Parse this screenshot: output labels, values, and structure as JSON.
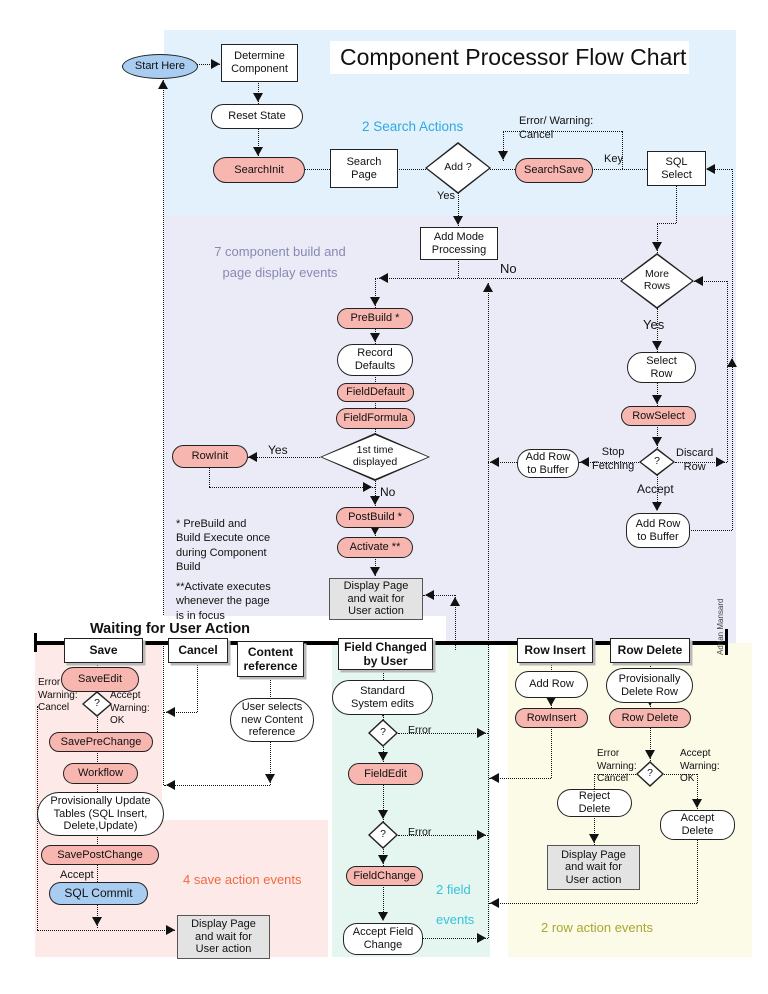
{
  "title": "Component Processor Flow Chart",
  "credit": "Adrian Mansard",
  "colors": {
    "top_section_bg": "#e2f1fb",
    "middle_section_bg": "#ebebf8",
    "save_section_bg": "#fdeae8",
    "field_section_bg": "#e4f6ef",
    "row_section_bg": "#fbfbe7",
    "event_node_fill": "#f8b6b0",
    "start_node_fill": "#a9cdf0",
    "display_node_fill": "#e3e3e3",
    "search_label_color": "#2fa9e2",
    "component_label_color": "#8789b0",
    "save_label_color": "#ef6a45",
    "field_label_color": "#35c3de",
    "row_label_color": "#a8a832"
  },
  "nodes": {
    "start_here": "Start Here",
    "determine_component": "Determine\nComponent",
    "reset_state": "Reset State",
    "search_init": "SearchInit",
    "search_page": "Search\nPage",
    "add_q": "Add ?",
    "search_save": "SearchSave",
    "sql_select": "SQL\nSelect",
    "add_mode": "Add Mode\nProcessing",
    "more_rows": "More\nRows",
    "pre_build": "PreBuild *",
    "record_defaults": "Record\nDefaults",
    "field_default": "FieldDefault",
    "field_formula": "FieldFormula",
    "first_time": "1st time\ndisplayed",
    "row_init": "RowInit",
    "select_row": "Select\nRow",
    "row_select": "RowSelect",
    "add_row_buffer_left": "Add Row\nto Buffer",
    "q_fetch": "?",
    "add_row_buffer_right": "Add Row\nto Buffer",
    "post_build": "PostBuild *",
    "activate": "Activate **",
    "display_page_1": "Display Page\nand wait for\nUser action",
    "save_edit": "SaveEdit",
    "q_save": "?",
    "save_pre_change": "SavePreChange",
    "workflow": "Workflow",
    "prov_update": "Provisionally Update\nTables (SQL Insert,\nDelete,Update)",
    "save_post_change": "SavePostChange",
    "sql_commit": "SQL Commit",
    "display_page_2": "Display Page\nand wait for\nUser action",
    "user_selects": "User selects\nnew Content\nreference",
    "standard_edits": "Standard\nSystem edits",
    "q_field_1": "?",
    "field_edit": "FieldEdit",
    "q_field_2": "?",
    "field_change": "FieldChange",
    "accept_field_change": "Accept Field\nChange",
    "add_row": "Add Row",
    "row_insert": "RowInsert",
    "prov_delete": "Provisionally\nDelete Row",
    "row_delete": "Row Delete",
    "q_delete": "?",
    "reject_delete": "Reject\nDelete",
    "accept_delete": "Accept\nDelete",
    "display_page_3": "Display Page\nand wait for\nUser action"
  },
  "headers": {
    "waiting": "Waiting for User Action",
    "save": "Save",
    "cancel": "Cancel",
    "content_reference": "Content\nreference",
    "field_changed": "Field Changed\nby User",
    "row_insert": "Row Insert",
    "row_delete": "Row Delete"
  },
  "labels": {
    "search_actions": "2 Search Actions",
    "error_warning_cancel_top": "Error/ Warning:\nCancel",
    "key": "Key",
    "yes_add": "Yes",
    "component_events": "7 component build and\npage display events",
    "no_more": "No",
    "yes_more": "Yes",
    "yes_first": "Yes",
    "no_first": "No",
    "stop_fetching": "Stop\nFetching",
    "discard_row": "Discard\nRow",
    "accept_fetch": "Accept",
    "error_warning_cancel_save": "Error\nWarning:\nCancel",
    "accept_warning_ok_save": "Accept\nWarning:\nOK",
    "accept_save": "Accept",
    "save_events": "4 save action events",
    "error_1": "Error",
    "error_2": "Error",
    "field_events": "2 field\nevents",
    "error_warning_cancel_delete": "Error\nWarning:\nCancel",
    "accept_warning_ok_delete": "Accept\nWarning:\nOK",
    "row_events": "2 row action events"
  },
  "notes": {
    "note1": "* PreBuild and\nBuild Execute once\nduring Component\nBuild",
    "note2": "**Activate executes\nwhenever the page\nis in focus"
  }
}
